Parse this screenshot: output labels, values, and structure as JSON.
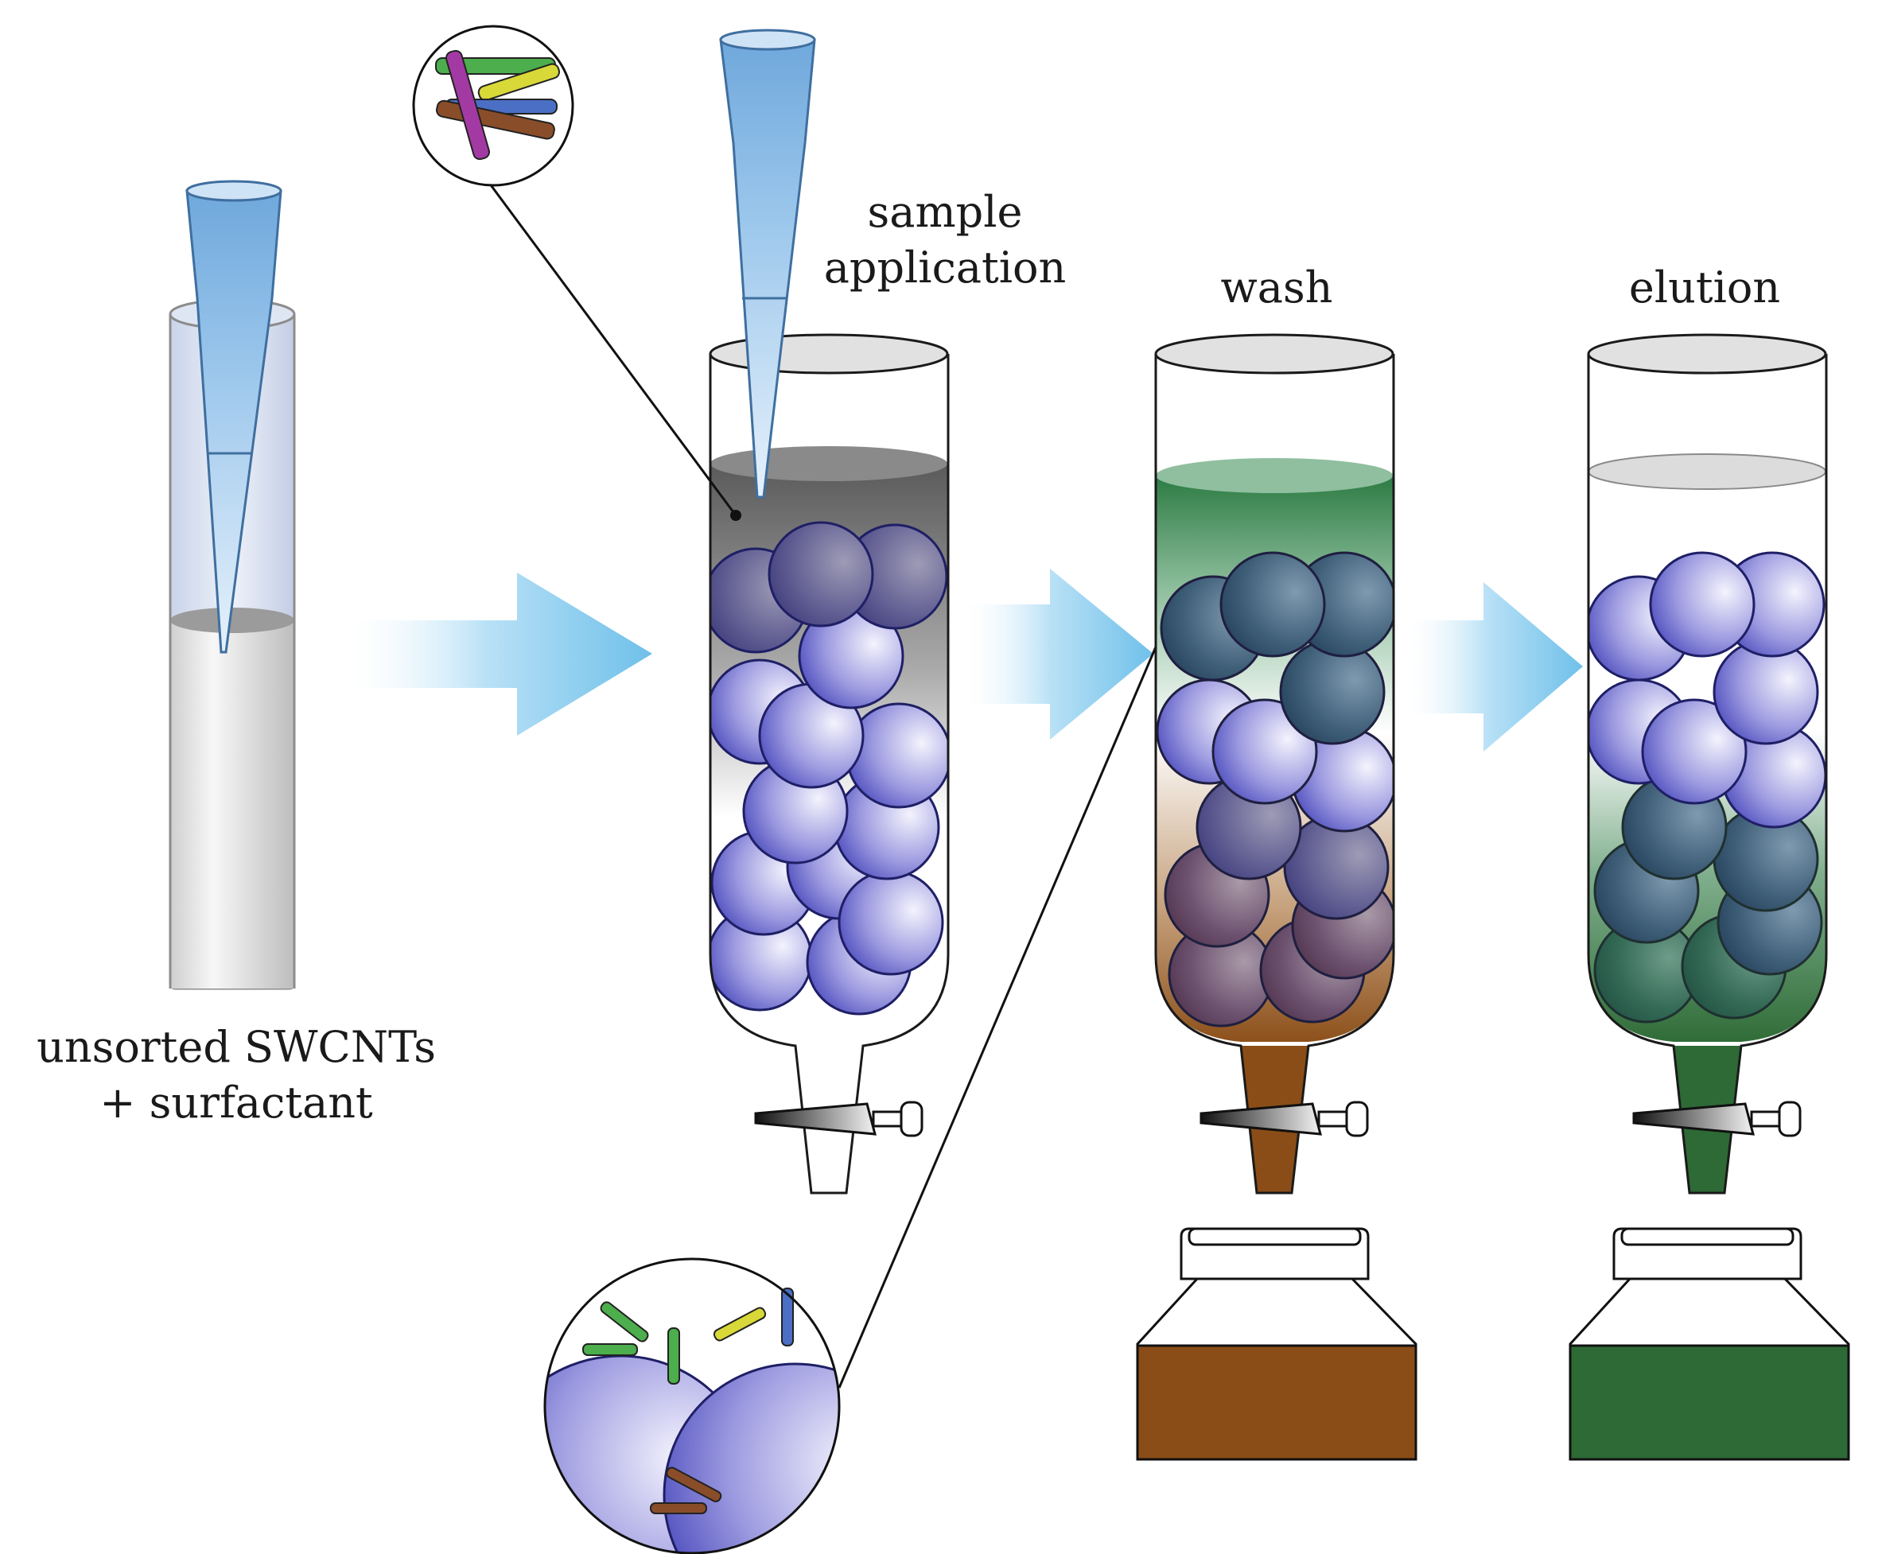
{
  "labels": {
    "unsorted_line1": "unsorted SWCNTs",
    "unsorted_line2": "+ surfactant",
    "sample_line1": "sample",
    "sample_line2": "application",
    "wash": "wash",
    "elution": "elution"
  },
  "colors": {
    "tip_blue": "#6fa8dc",
    "arrow_blue": "#7fc6ec",
    "bead_blue": "#4d4cc0",
    "bead_light": "#eeeefb",
    "wash_brown": "#8a4d17",
    "elution_green": "#2d6a35",
    "liquid_gray": "#6b6b6b"
  },
  "icons": {
    "pipette": "pipette-tip-icon",
    "stopcock": "stopcock-icon",
    "arrow": "process-arrow-icon"
  }
}
